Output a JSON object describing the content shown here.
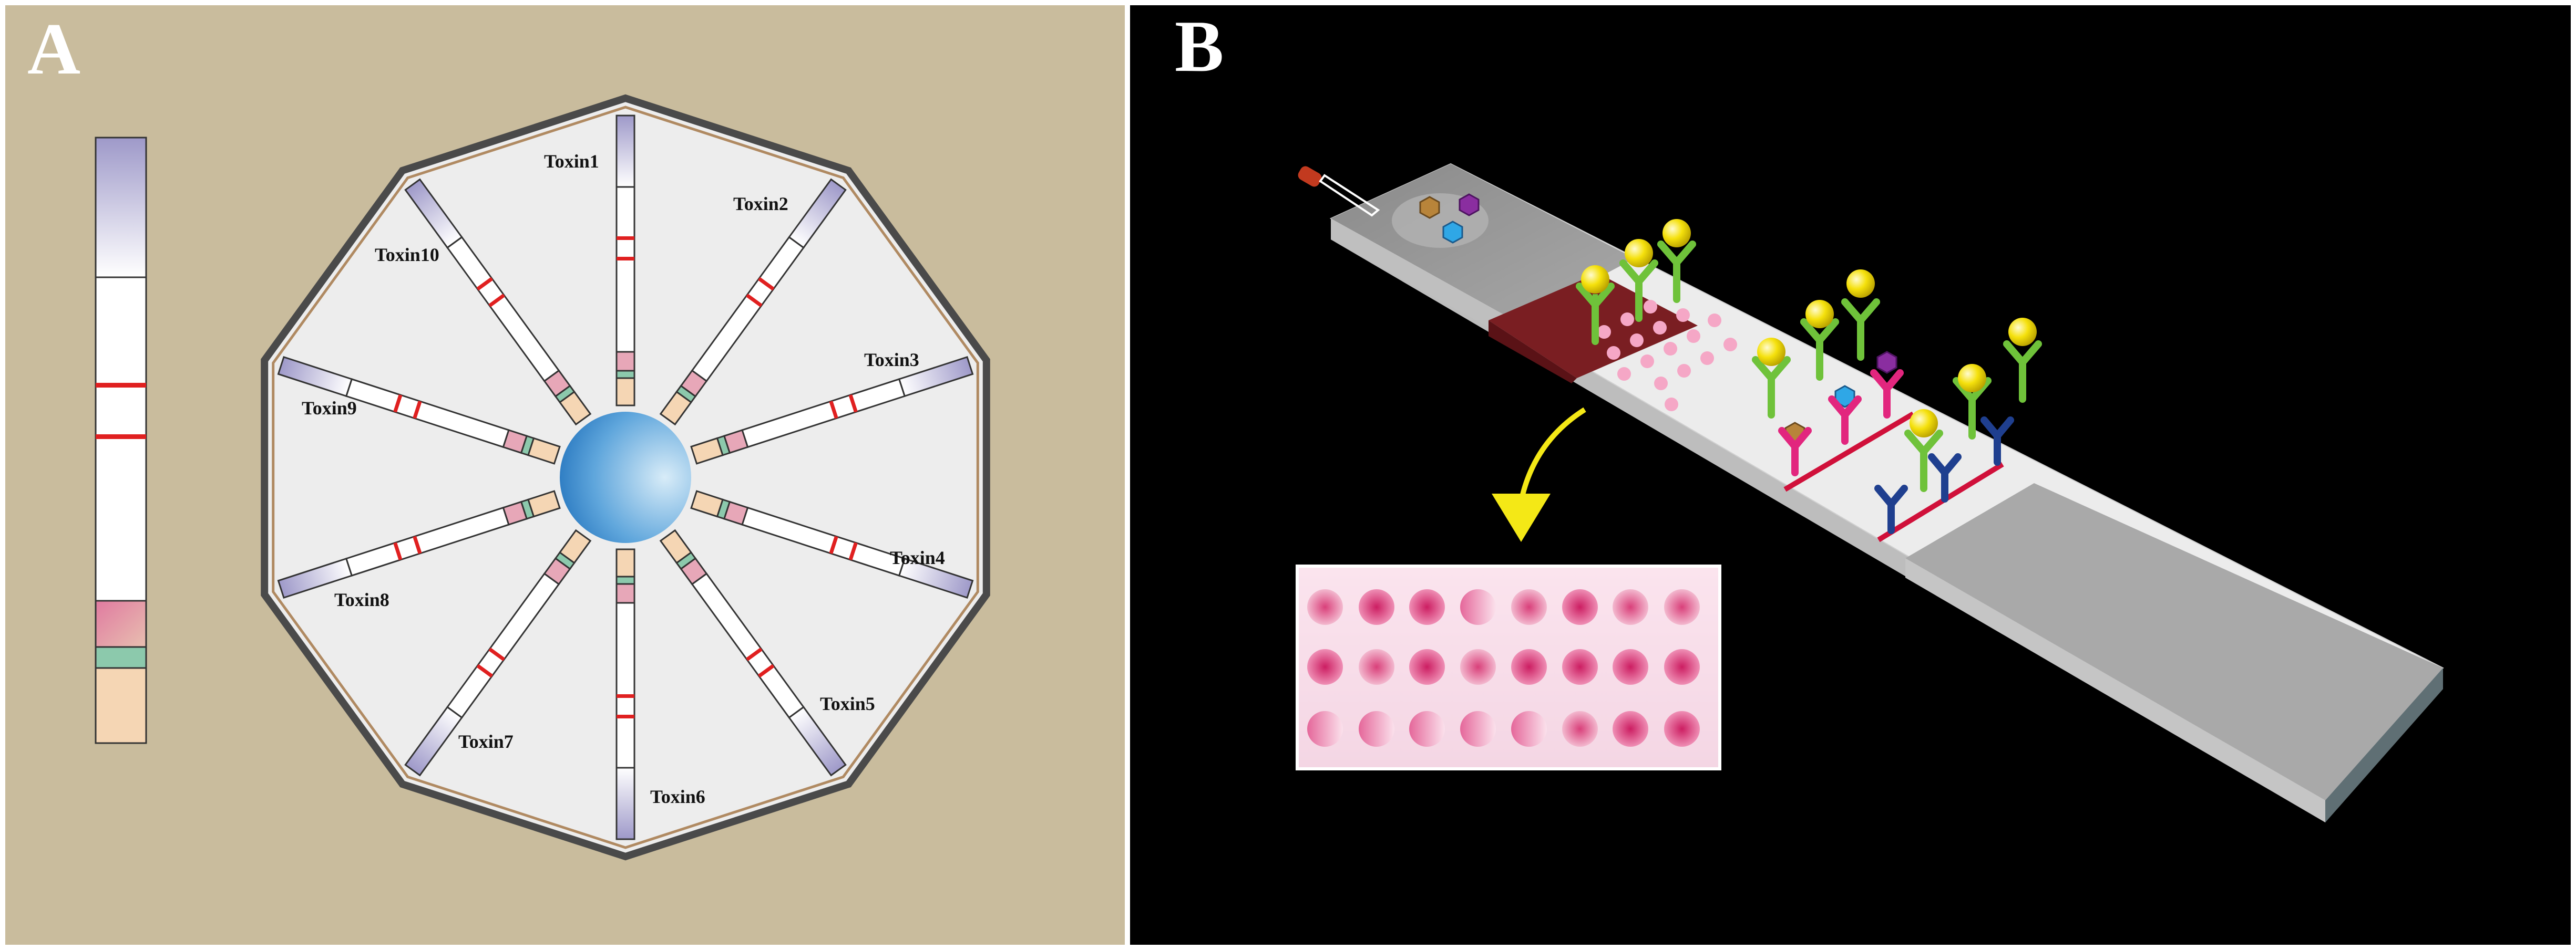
{
  "panels": {
    "a": {
      "letter": "A",
      "toxins": [
        "Toxin1",
        "Toxin2",
        "Toxin3",
        "Toxin4",
        "Toxin5",
        "Toxin6",
        "Toxin7",
        "Toxin8",
        "Toxin9",
        "Toxin10"
      ]
    },
    "b": {
      "letter": "B"
    }
  },
  "colors": {
    "panel_a_background": "#c9bc9d",
    "panel_b_background": "#000000",
    "decagon_fill": "#ededed",
    "decagon_border": "#4a4a4a",
    "decagon_inner_border": "#b08a62",
    "absorbent_pad": "#9e99c9",
    "test_line": "#e02020",
    "conjugate_pad": "#e7a7b8",
    "sample_pad_green": "#8cc9ac",
    "sample_pad": "#f5d6b4",
    "center_well": "#3f8fd1",
    "gold_nanoparticle": "#f5e10c",
    "antibody_green": "#6fc23a",
    "antibody_magenta": "#e2267e",
    "antibody_navy": "#1f3f8f",
    "arrow": "#f4e816"
  },
  "icons": [
    "dropper-icon",
    "arrow-down-icon"
  ]
}
